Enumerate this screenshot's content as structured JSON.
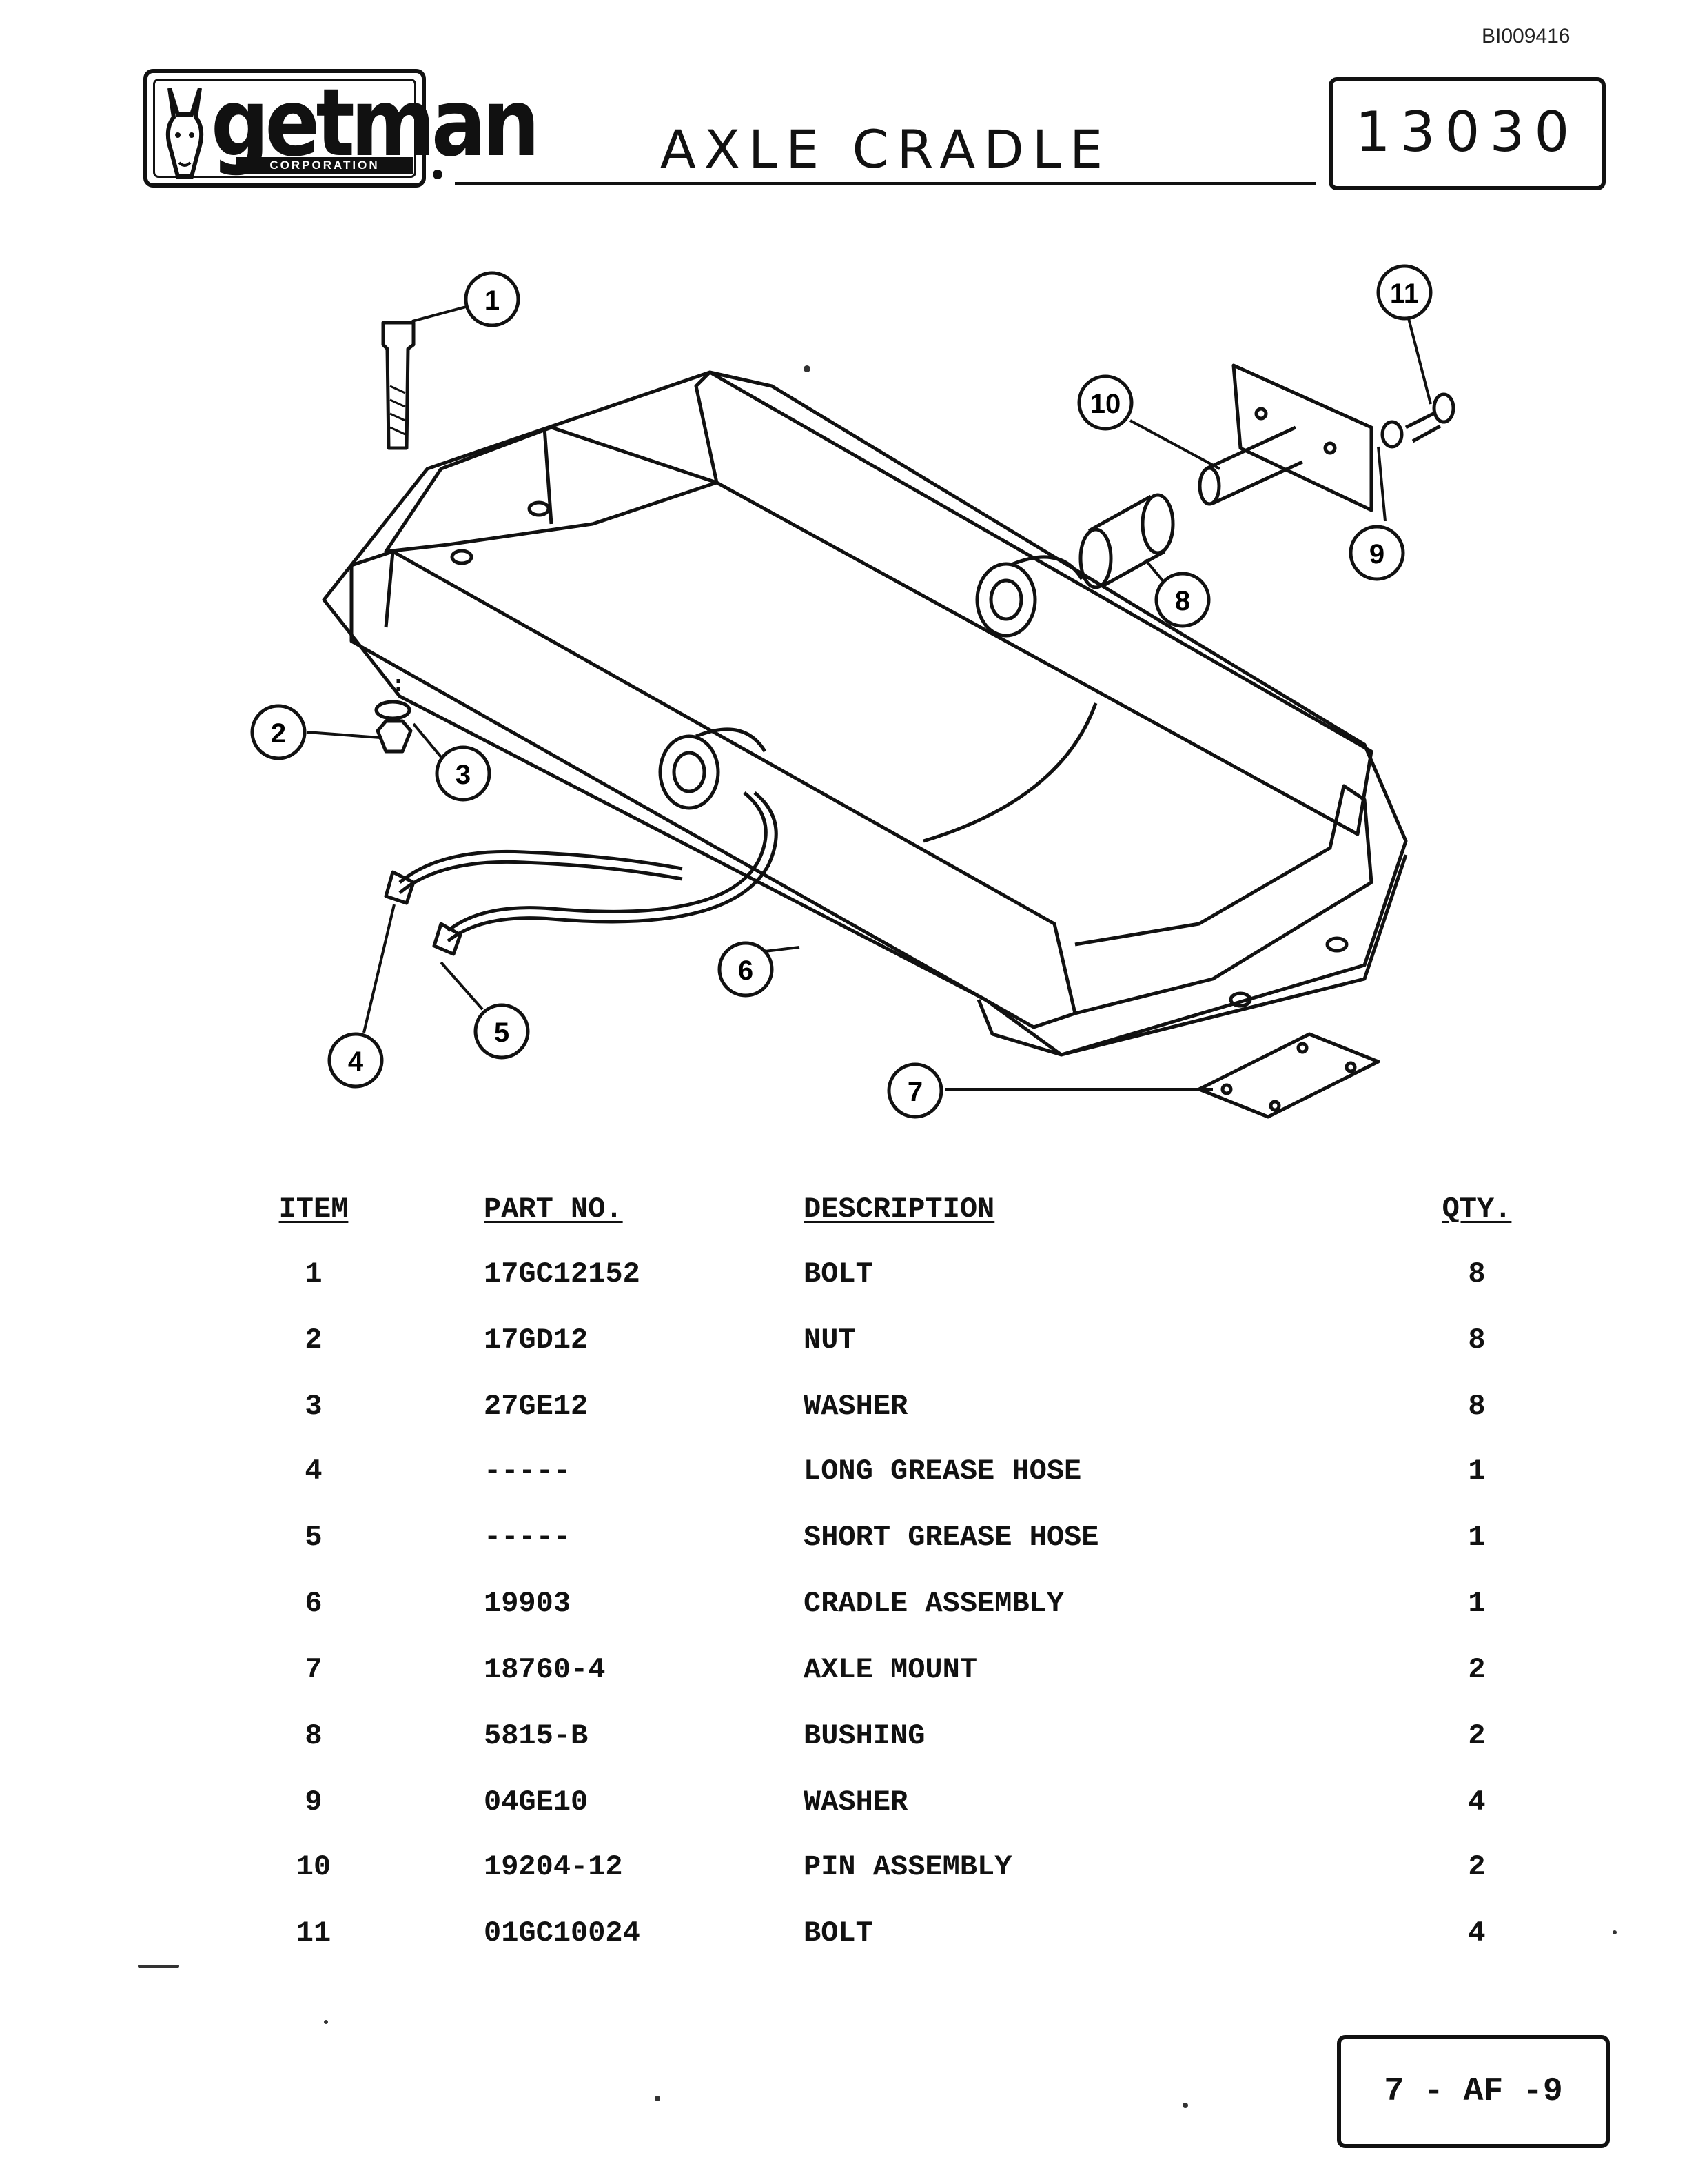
{
  "document_id": "BI009416",
  "logo": {
    "name": "getman",
    "sub": "CORPORATION"
  },
  "title": "AXLE  CRADLE",
  "part_number": "13030",
  "callouts": [
    "1",
    "2",
    "3",
    "4",
    "5",
    "6",
    "7",
    "8",
    "9",
    "10",
    "11"
  ],
  "table": {
    "headers": {
      "item": "ITEM",
      "part_no": "PART NO.",
      "description": "DESCRIPTION",
      "qty": "QTY."
    },
    "rows": [
      {
        "item": "1",
        "part_no": "17GC12152",
        "description": "BOLT",
        "qty": "8"
      },
      {
        "item": "2",
        "part_no": "17GD12",
        "description": "NUT",
        "qty": "8"
      },
      {
        "item": "3",
        "part_no": "27GE12",
        "description": "WASHER",
        "qty": "8"
      },
      {
        "item": "4",
        "part_no": "-----",
        "description": "LONG GREASE HOSE",
        "qty": "1"
      },
      {
        "item": "5",
        "part_no": "-----",
        "description": "SHORT GREASE HOSE",
        "qty": "1"
      },
      {
        "item": "6",
        "part_no": "19903",
        "description": "CRADLE ASSEMBLY",
        "qty": "1"
      },
      {
        "item": "7",
        "part_no": "18760-4",
        "description": "AXLE MOUNT",
        "qty": "2"
      },
      {
        "item": "8",
        "part_no": "5815-B",
        "description": "BUSHING",
        "qty": "2"
      },
      {
        "item": "9",
        "part_no": "04GE10",
        "description": "WASHER",
        "qty": "4"
      },
      {
        "item": "10",
        "part_no": "19204-12",
        "description": "PIN ASSEMBLY",
        "qty": "2"
      },
      {
        "item": "11",
        "part_no": "01GC10024",
        "description": "BOLT",
        "qty": "4"
      }
    ]
  },
  "page_ref": "7 - AF -9"
}
